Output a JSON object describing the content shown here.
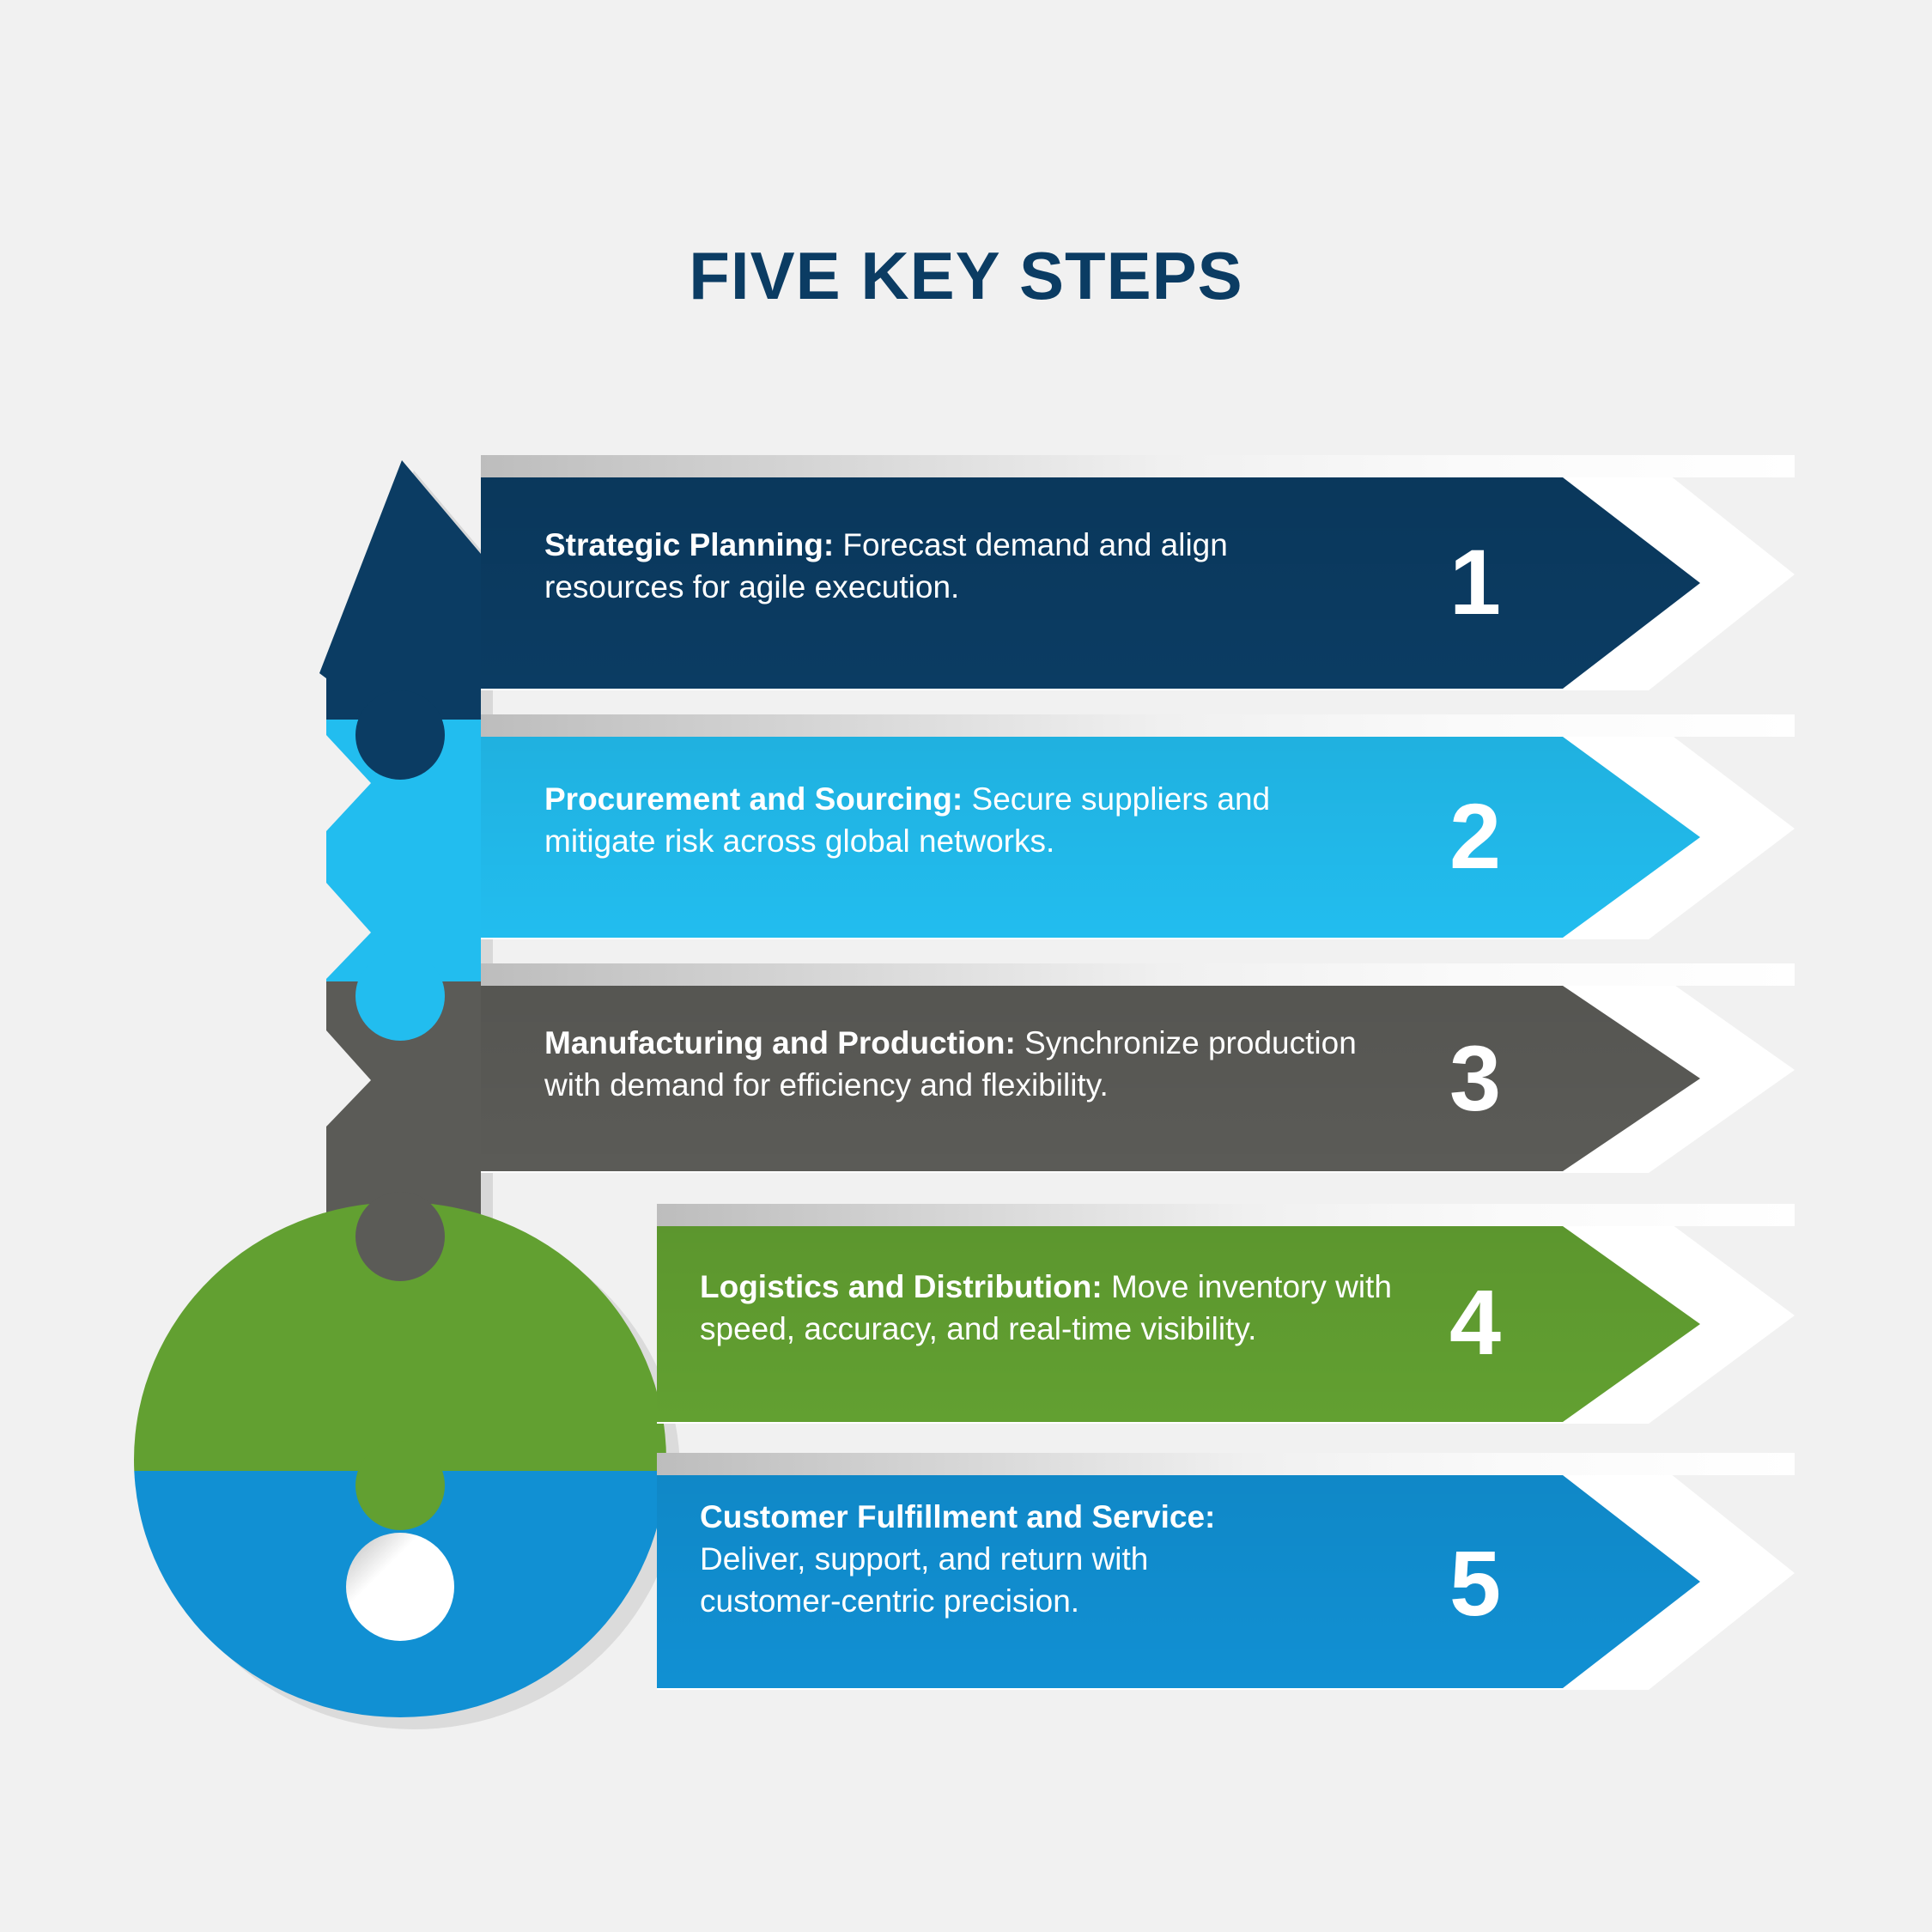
{
  "page": {
    "background_color": "#f1f1f1",
    "title": "FIVE KEY STEPS",
    "title_color": "#0b3c63"
  },
  "key_graphic": {
    "name": "key-illustration",
    "segment_colors": [
      "#0b3c63",
      "#22bdef",
      "#5b5b57",
      "#62a031",
      "#1190d3"
    ],
    "hole_color": "#ffffff"
  },
  "steps": [
    {
      "number": "1",
      "heading": "Strategic Planning:",
      "body": " Forecast demand and align resources for agile execution.",
      "color": "#0b3c63",
      "color_dark": "#072f4f"
    },
    {
      "number": "2",
      "heading": "Procurement and Sourcing:",
      "body": " Secure suppliers and mitigate risk across global networks.",
      "color": "#22bdef",
      "color_dark": "#12a6d6"
    },
    {
      "number": "3",
      "heading": "Manufacturing and Production:",
      "body": " Synchronize production with demand for efficiency and flexibility.",
      "color": "#5b5b57",
      "color_dark": "#4c4c48"
    },
    {
      "number": "4",
      "heading": "Logistics and Distribution:",
      "body": " Move inventory with speed, accuracy, and real-time visibility.",
      "color": "#62a031",
      "color_dark": "#558c2a"
    },
    {
      "number": "5",
      "heading": "Customer Fulfillment and Service:",
      "body": " Deliver, support, and return with customer-centric precision.",
      "color": "#1190d3",
      "color_dark": "#0e7cb6"
    }
  ]
}
